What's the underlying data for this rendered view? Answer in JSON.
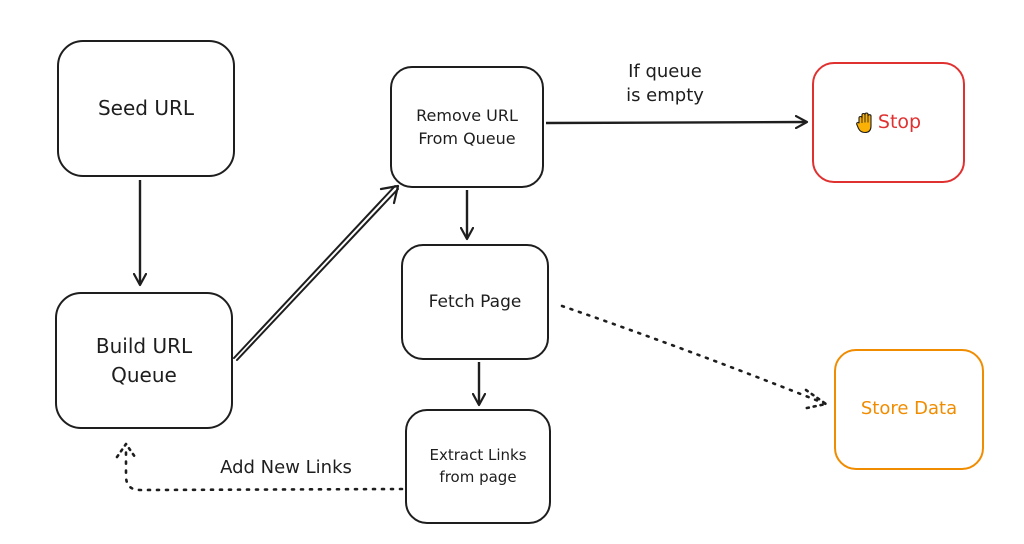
{
  "nodes": {
    "seed_url": "Seed URL",
    "build_queue": "Build URL\nQueue",
    "remove_url": "Remove URL\nFrom Queue",
    "fetch_page": "Fetch Page",
    "extract_links": "Extract Links\nfrom page",
    "stop": "Stop",
    "store_data": "Store Data"
  },
  "edge_labels": {
    "if_queue_empty": "If queue\nis empty",
    "add_new_links": "Add New Links"
  },
  "icons": {
    "stop_icon": "raised-hand-icon"
  },
  "colors": {
    "stroke": "#1e1e1e",
    "stop": "#e03131",
    "store": "#f08c00",
    "hand_fill": "#fab005"
  }
}
